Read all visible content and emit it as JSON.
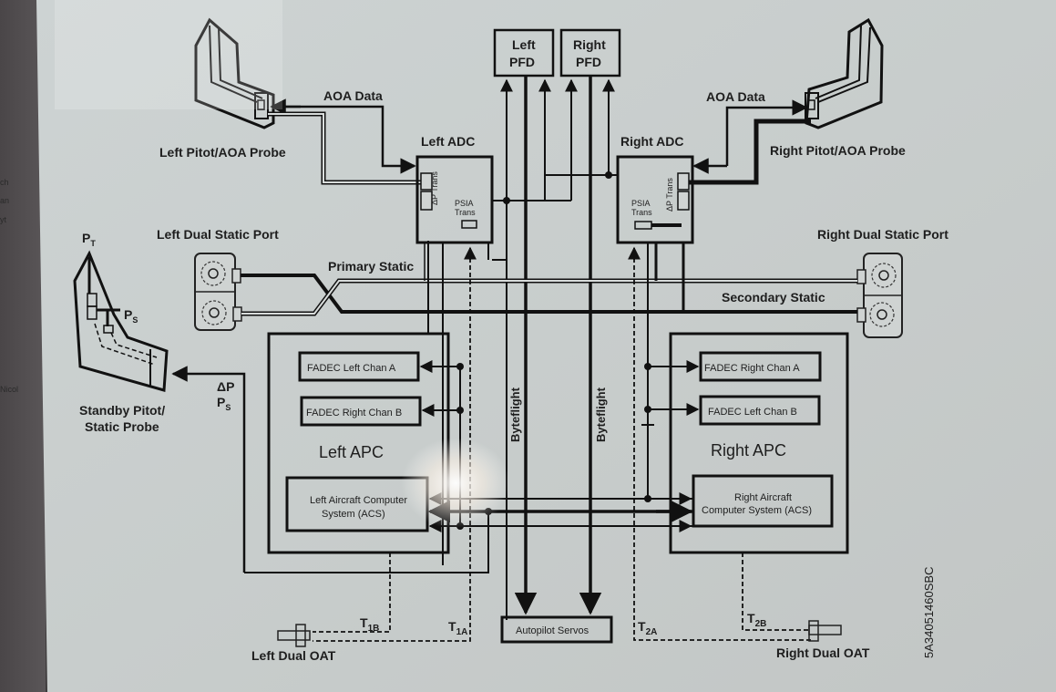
{
  "diagram": {
    "side_text": [
      "ch",
      "an",
      "yt",
      "Nicol"
    ],
    "probes": {
      "left_pitot": "Left Pitot/AOA Probe",
      "right_pitot": "Right Pitot/AOA Probe",
      "standby_line1": "Standby Pitot/",
      "standby_line2": "Static Probe",
      "pt": "P",
      "pt_sub": "T",
      "ps": "P",
      "ps_sub": "S",
      "dp": "ΔP",
      "dp_ps": "P",
      "dp_ps_sub": "S"
    },
    "aoa": {
      "left": "AOA Data",
      "right": "AOA Data"
    },
    "pfd": {
      "left_l1": "Left",
      "left_l2": "PFD",
      "right_l1": "Right",
      "right_l2": "PFD"
    },
    "adc": {
      "left_title": "Left ADC",
      "right_title": "Right ADC",
      "dp_trans": "ΔP Trans",
      "psia_l1": "PSIA",
      "psia_l2": "Trans"
    },
    "static": {
      "left_port": "Left Dual Static Port",
      "right_port": "Right Dual Static Port",
      "primary": "Primary Static",
      "secondary": "Secondary Static"
    },
    "apc": {
      "left_title": "Left APC",
      "right_title": "Right APC",
      "left_fadec_a": "FADEC Left Chan A",
      "left_fadec_b": "FADEC Right Chan B",
      "right_fadec_a": "FADEC Right Chan A",
      "right_fadec_b": "FADEC Left Chan B",
      "left_acs_l1": "Left Aircraft Computer",
      "left_acs_l2": "System (ACS)",
      "right_acs_l1": "Right Aircraft",
      "right_acs_l2": "Computer System (ACS)"
    },
    "bus": {
      "left": "Byteflight",
      "right": "Byteflight"
    },
    "autopilot": "Autopilot Servos",
    "oat": {
      "left": "Left Dual OAT",
      "right": "Right Dual OAT",
      "t1b": "T",
      "t1b_sub": "1B",
      "t1a": "T",
      "t1a_sub": "1A",
      "t2a": "T",
      "t2a_sub": "2A",
      "t2b": "T",
      "t2b_sub": "2B"
    },
    "figure_id": "5A34051460SBC"
  }
}
